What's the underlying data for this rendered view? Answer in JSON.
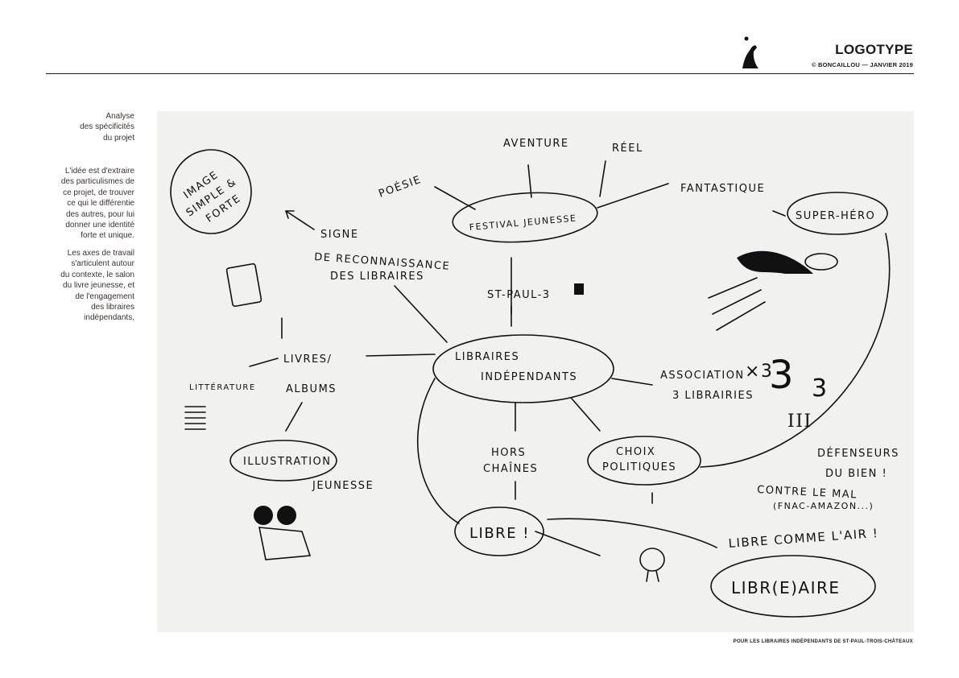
{
  "header": {
    "title": "LOGOTYPE",
    "copyright": "© BONCAILLOU — JANVIER 2019"
  },
  "sidebar": {
    "heading": "Analyse\ndes spécificités\ndu projet",
    "paragraph1": "L'idée est d'extraire\ndes particulismes de\nce projet, de trouver\nce qui le différentie\ndes autres, pour lui\ndonner une identité\nforte et unique.",
    "paragraph2": "Les axes de travail\ns'articulent autour\ndu contexte, le salon\ndu livre jeunesse, et\nde l'engagement\ndes libraires\nindépendants,"
  },
  "sketch": {
    "image_l1": "IMAGE",
    "image_l2": "SIMPLE &",
    "image_l3": "FORTE",
    "poesie": "POÉSIE",
    "aventure": "AVENTURE",
    "reel": "RÉEL",
    "festival": "FESTIVAL JEUNESSE",
    "fantastique": "FANTASTIQUE",
    "super_hero": "SUPER-HÉRO",
    "signe_l1": "SIGNE",
    "signe_l2": "DE RECONNAISSANCE",
    "signe_l3": "DES LIBRAIRES",
    "st_paul": "ST-PAUL-3",
    "libraires_l1": "LIBRAIRES",
    "libraires_l2": "INDÉPENDANTS",
    "livres": "LIVRES/",
    "albums": "ALBUMS",
    "litterature": "LITTÉRATURE",
    "association_l1": "ASSOCIATION",
    "association_l2": "3 LIBRAIRIES",
    "times3": "×3",
    "hors_l1": "HORS",
    "hors_l2": "CHAÎNES",
    "choix_l1": "CHOIX",
    "choix_l2": "POLITIQUES",
    "illustration": "ILLUSTRATION",
    "jeunesse": "JEUNESSE",
    "def_l1": "DÉFENSEURS",
    "def_l2": "DU BIEN !",
    "def_l3": "CONTRE LE MAL",
    "def_l4": "(FNAC-AMAZON...)",
    "libre": "LIBRE !",
    "libre_air": "LIBRE COMME L'AIR !",
    "libreaire": "LIBR(E)AIRE"
  },
  "footer": {
    "text": "POUR LES LIBRAIRES INDÉPENDANTS DE ST-PAUL-TROIS-CHÂTEAUX"
  }
}
